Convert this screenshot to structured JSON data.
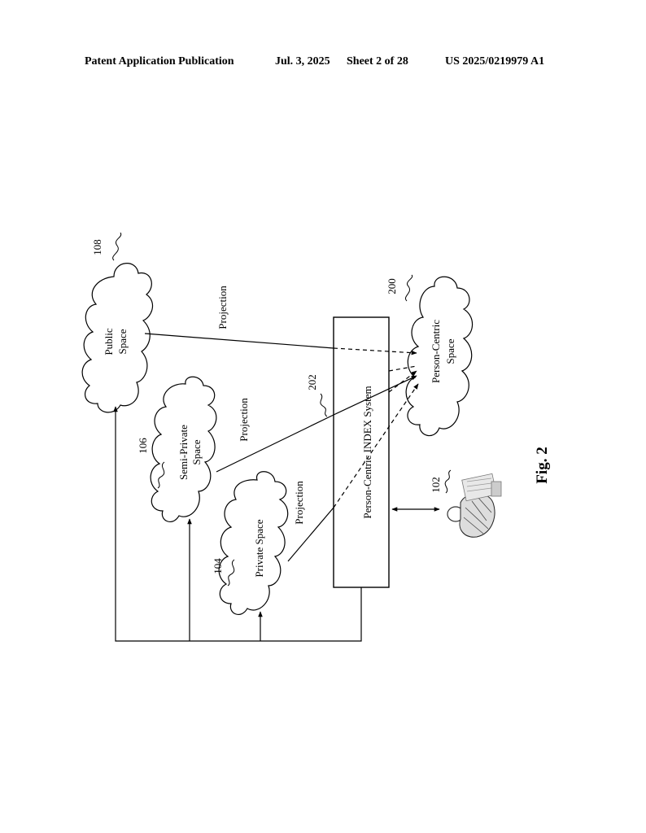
{
  "header": {
    "publication": "Patent Application Publication",
    "date": "Jul. 3, 2025",
    "sheet": "Sheet 2 of 28",
    "patent_number": "US 2025/0219979 A1"
  },
  "figure": {
    "label": "Fig. 2",
    "clouds": {
      "public": {
        "ref": "108",
        "line1": "Public",
        "line2": "Space"
      },
      "semi_private": {
        "ref": "106",
        "line1": "Semi-Private",
        "line2": "Space"
      },
      "private": {
        "ref": "104",
        "line1": "Private Space"
      },
      "person_centric": {
        "ref": "200",
        "line1": "Person-Centric",
        "line2": "Space"
      }
    },
    "index_system": {
      "ref": "202",
      "label": "Person-Centric INDEX System"
    },
    "person": {
      "ref": "102"
    },
    "projections": {
      "public": "Projection",
      "semi_private": "Projection",
      "private": "Projection"
    }
  }
}
